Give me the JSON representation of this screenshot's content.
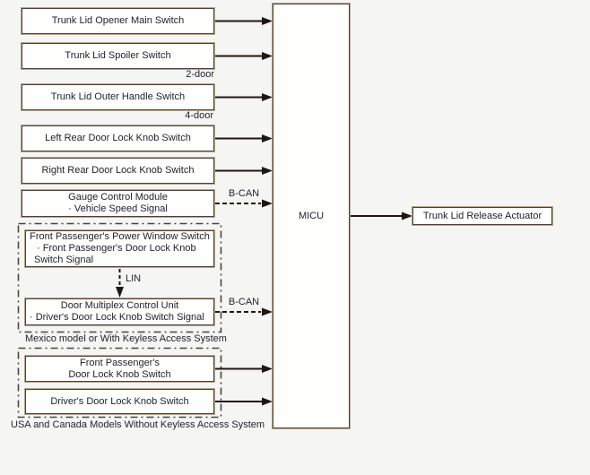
{
  "micu": {
    "label": "MICU"
  },
  "actuator": {
    "label": "Trunk Lid Release Actuator"
  },
  "switches": [
    {
      "label": "Trunk Lid Opener Main Switch"
    },
    {
      "label": "Trunk Lid Spoiler Switch"
    },
    {
      "label": "Trunk Lid Outer Handle Switch"
    },
    {
      "label": "Left Rear Door Lock Knob Switch"
    },
    {
      "label": "Right Rear Door Lock Knob Switch"
    }
  ],
  "gauge_module": {
    "line1": "Gauge Control Module",
    "line2": "· Vehicle Speed Signal"
  },
  "variant_labels": {
    "two_door": "2-door",
    "four_door": "4-door"
  },
  "bus_labels": {
    "bcan_gauge": "B-CAN",
    "bcan_multiplex": "B-CAN",
    "lin": "LIN"
  },
  "keyless_group": {
    "power_window_switch": {
      "line1": "Front Passenger's Power Window Switch",
      "line2": "· Front Passenger's Door Lock Knob",
      "line3": "Switch Signal"
    },
    "door_multiplex": {
      "line1": "Door Multiplex Control Unit",
      "line2": "· Driver's Door Lock Knob Switch Signal"
    },
    "caption": "Mexico model or With Keyless Access System"
  },
  "non_keyless_group": {
    "front_passenger_switch": {
      "line1": "Front Passenger's",
      "line2": "Door Lock Knob Switch"
    },
    "driver_switch": {
      "label": "Driver's Door Lock Knob Switch"
    },
    "caption": "USA and Canada Models Without Keyless Access System"
  },
  "colors": {
    "background": "#f5f5f3",
    "box_fill": "#fefefc",
    "box_border_inner": "#4f4139",
    "box_border_outer": "#b3a58c",
    "group_outline": "#4a453f",
    "arrow": "#1f1611",
    "text": "#23232e"
  }
}
